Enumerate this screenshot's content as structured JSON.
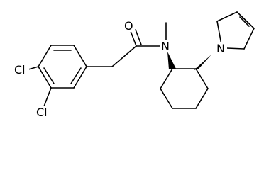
{
  "molecule": {
    "atoms": {
      "cl_upper": "Cl",
      "cl_lower": "Cl",
      "oxygen": "O",
      "amide_nitrogen": "N",
      "pyrroline_nitrogen": "N"
    }
  }
}
